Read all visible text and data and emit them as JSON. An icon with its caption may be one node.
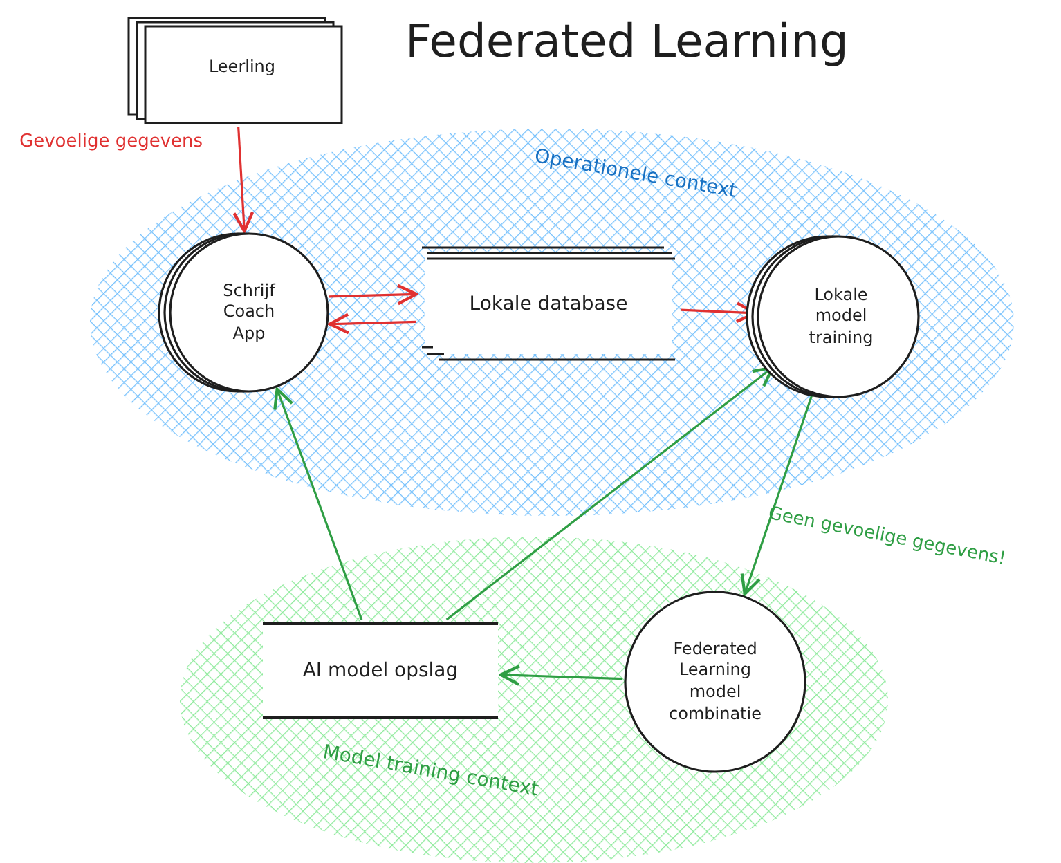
{
  "diagram": {
    "title": "Federated Learning",
    "nodes": [
      {
        "text": [
          "Leerling"
        ]
      },
      {
        "text": [
          "Operationele context"
        ]
      },
      {
        "text": [
          "Schrijf Coach App"
        ],
        "in": 1
      },
      {
        "text": [
          "Lokale database"
        ],
        "in": 1
      },
      {
        "text": [
          "Lokale model training"
        ],
        "in": 1
      },
      {
        "text": [
          "Model training context"
        ]
      },
      {
        "text": [
          "AI model opslag"
        ],
        "in": 5
      },
      {
        "text": [
          "Federated Learning model combinatie"
        ],
        "in": 5
      }
    ],
    "edges": [
      {
        "from": 0,
        "to": 2,
        "arrow": "to",
        "label": "Gevoelige gegevens",
        "color": "#e03131"
      },
      {
        "from": 2,
        "to": 3,
        "arrow": "to",
        "color": "#e03131"
      },
      {
        "from": 3,
        "to": 2,
        "arrow": "to",
        "color": "#e03131"
      },
      {
        "from": 3,
        "to": 4,
        "arrow": "to",
        "color": "#e03131"
      },
      {
        "from": 4,
        "to": 7,
        "arrow": "to",
        "label": "Geen gevoelige gegevens!",
        "color": "#2f9e44"
      },
      {
        "from": 7,
        "to": 6,
        "arrow": "to",
        "color": "#2f9e44"
      },
      {
        "from": 6,
        "to": 2,
        "arrow": "to",
        "color": "#2f9e44"
      },
      {
        "from": 6,
        "to": 4,
        "arrow": "to",
        "color": "#2f9e44"
      }
    ]
  }
}
